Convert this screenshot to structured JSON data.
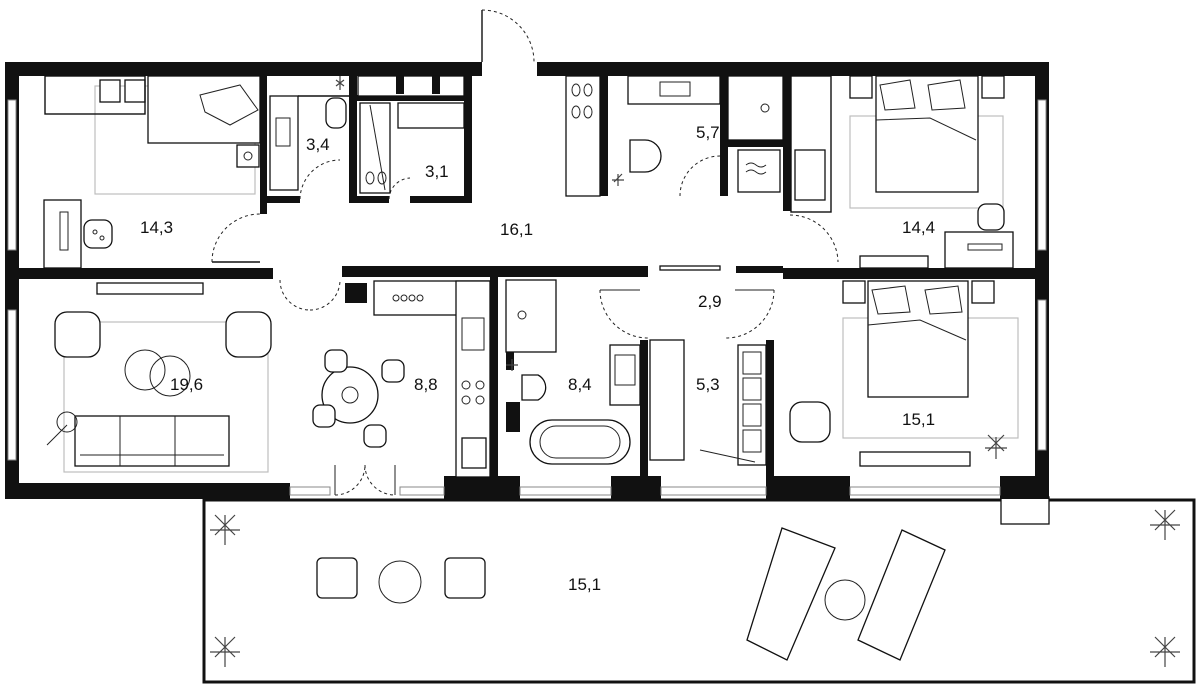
{
  "plan": {
    "rooms": [
      {
        "id": "bedroom-nw",
        "area": "14,3"
      },
      {
        "id": "bathroom-small",
        "area": "3,4"
      },
      {
        "id": "wardrobe-small",
        "area": "3,1"
      },
      {
        "id": "hall",
        "area": "16,1"
      },
      {
        "id": "bathroom-ne",
        "area": "5,7"
      },
      {
        "id": "bedroom-ne",
        "area": "14,4"
      },
      {
        "id": "living-room",
        "area": "19,6"
      },
      {
        "id": "kitchen",
        "area": "8,8"
      },
      {
        "id": "bathroom-center",
        "area": "8,4"
      },
      {
        "id": "corridor",
        "area": "2,9"
      },
      {
        "id": "wardrobe-center",
        "area": "5,3"
      },
      {
        "id": "bedroom-se",
        "area": "15,1"
      },
      {
        "id": "terrace",
        "area": "15,1"
      }
    ]
  }
}
